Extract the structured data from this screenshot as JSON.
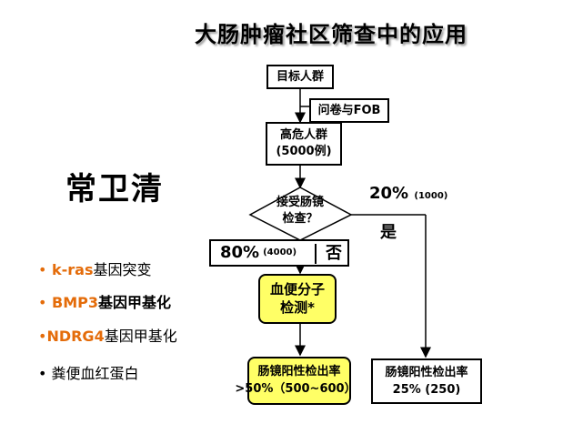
{
  "title": "大肠肿瘤社区筛查中的应用",
  "brand": "常卫清",
  "markers": [
    {
      "bullet": "•",
      "highlight": " k-ras",
      "rest": "基因突变"
    },
    {
      "bullet": "•",
      "highlight": " BMP3",
      "rest": "基因甲基化"
    },
    {
      "bullet": "•",
      "highlight": "NDRG4",
      "rest": "基因甲基化"
    },
    {
      "bullet": "•",
      "highlight": "",
      "rest": " 粪便血红蛋白"
    }
  ],
  "flow": {
    "target": "目标人群",
    "survey": "问卷与FOB",
    "high_risk_line1": "高危人群",
    "high_risk_line2": "(5000例)",
    "decision_line1": "接受肠镜",
    "decision_line2": "检查？",
    "yes_pct": "20%",
    "yes_count": "(1000)",
    "yes_label": "是",
    "no_pct": "80%",
    "no_count": "(4000)",
    "no_label": "否",
    "stool_line1": "血便分子",
    "stool_line2": "检测*",
    "left_result_line1": "肠镜阳性检出率",
    "left_result_line2": ">50%（500~600）",
    "right_result_line1": "肠镜阳性检出率",
    "right_result_line2": "25% (250)"
  }
}
